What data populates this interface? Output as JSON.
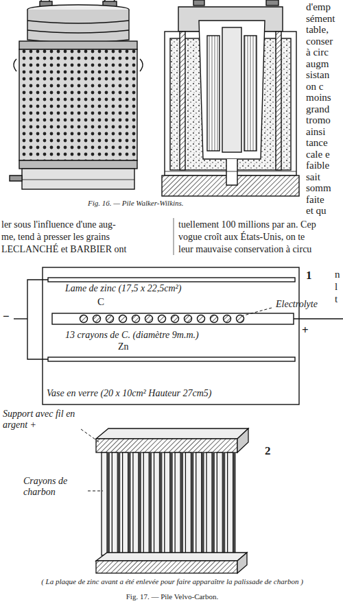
{
  "diagram": {
    "labels": [
      "d'emp",
      "sément",
      "table,",
      "conser",
      "à circ",
      "augm",
      "sistan",
      "on c",
      "moins",
      "grand",
      "tromo",
      "ainsi",
      "tance",
      "cale e",
      "faible",
      "sait",
      "somm",
      "faite",
      "et qu",
      "ler sous l'influence d'une aug-",
      "me, tend à presser les grains",
      "LECLANCHÉ et BARBIER ont",
      "tuellement 100 millions par an. Cep",
      "vogue croît aux États-Unis, on te",
      "leur mauvaise conservation à circu",
      "Fig. 16. — Pile Walker-Wilkins.",
      "1",
      "Lame de zinc (17,5 x 22,5cm²)",
      "C",
      "13 crayons de C. (diamètre 9m.m.)",
      "Electrolyte",
      "−",
      "+",
      "Zn",
      "Vase en verre (20 x 10cm² Hauteur 27cm5)",
      "Support avec fil en argent +",
      "Crayons de charbon",
      "2",
      "( La plaque de zinc avant a été enlevée pour faire apparaître la palissade de charbon )",
      "Fig. 17. — Pile Velvo-Carbon.",
      "n",
      "l",
      "t"
    ]
  }
}
